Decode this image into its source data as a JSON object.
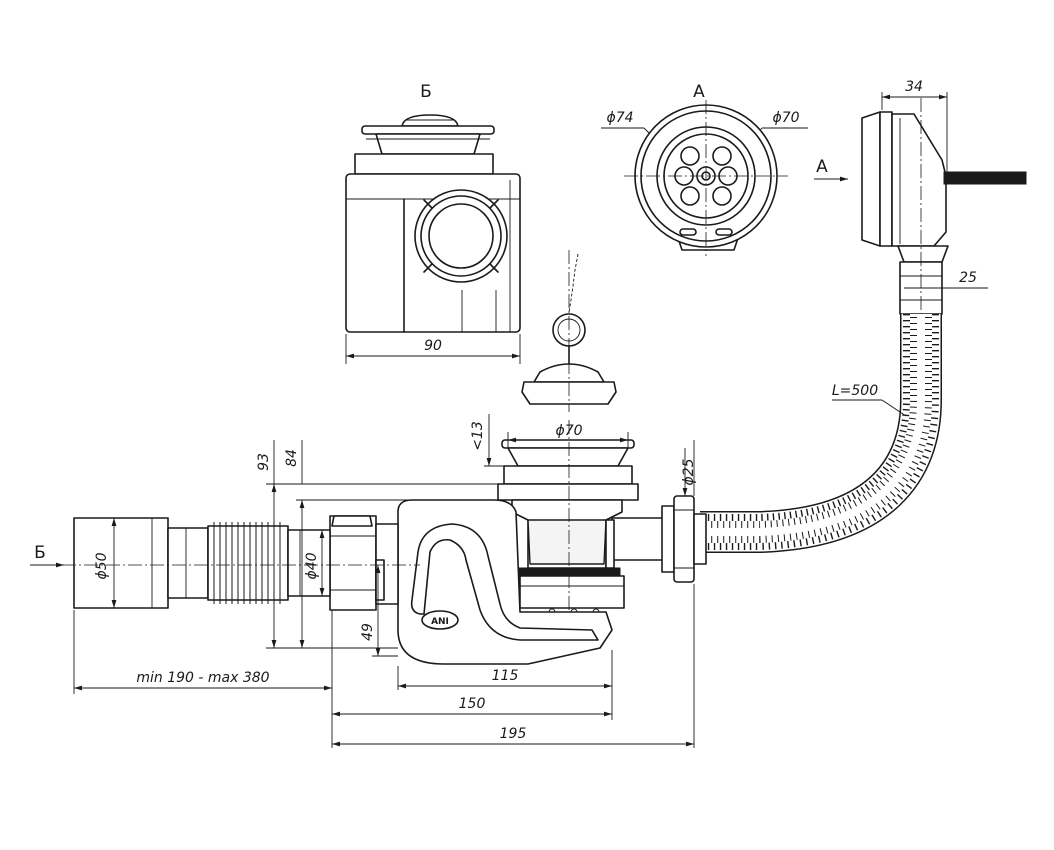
{
  "views": {
    "front_label": "Б",
    "top_label": "А",
    "arrow_a": "А",
    "arrow_b": "Б"
  },
  "dimensions": {
    "d90": "90",
    "d74": "ϕ74",
    "d70_top": "ϕ70",
    "d34": "34",
    "d25": "25",
    "hose_length": "L=500",
    "d13": "<13",
    "d70_main": "ϕ70",
    "d93": "93",
    "d84": "84",
    "d25_outlet": "ϕ25",
    "d50": "ϕ50",
    "d40": "ϕ40",
    "d49": "49",
    "range": "min 190 - max 380",
    "d115": "115",
    "d150": "150",
    "d195": "195"
  }
}
